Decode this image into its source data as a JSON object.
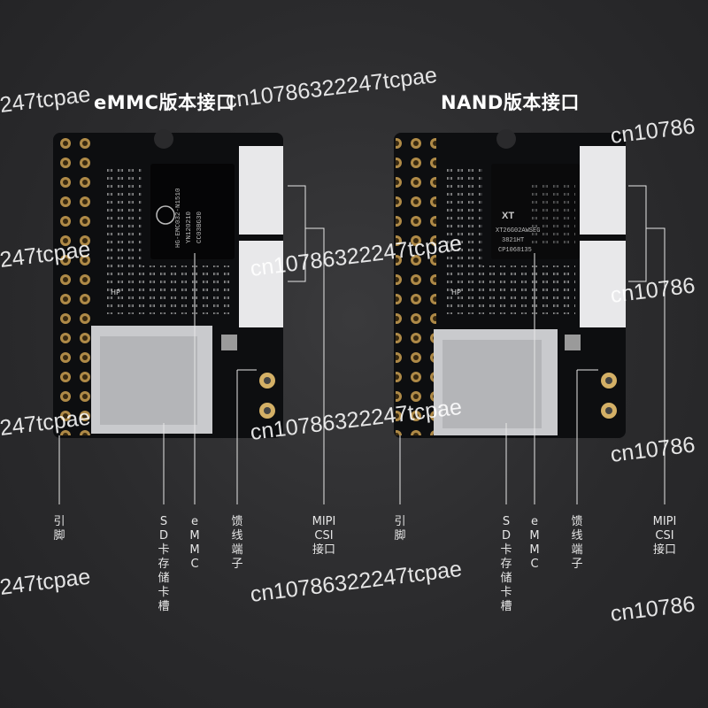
{
  "titles": {
    "left": "eMMC版本接口",
    "right": "NAND版本接口"
  },
  "watermark": "cn10786322247tcpae",
  "watermark_fragments": {
    "right_edge": "cn10786",
    "left_edge": "247tcpae"
  },
  "chips": {
    "emmc_marking": [
      "HG-EMC032-N1510",
      "YN120210",
      "CC03BG30"
    ],
    "nand_brand": "XT",
    "nand_marking": [
      "XT26G02AWSEG",
      "3821HT",
      "CP1068135"
    ]
  },
  "pcb_text": "HP",
  "labels": {
    "left": {
      "pins": "引脚",
      "sd_slot": "SD卡存储卡槽",
      "emmc": "eMMC",
      "feeder": "馈线端子",
      "mipi": [
        "MIPI",
        "CSI",
        "接口"
      ]
    },
    "right": {
      "pins": "引脚",
      "sd_slot": "SD卡存储卡槽",
      "emmc": "eMMC",
      "feeder": "馈线端子",
      "mipi": [
        "MIPI",
        "CSI",
        "接口"
      ]
    }
  },
  "colors": {
    "pcb": "#0d0e10",
    "gold": "#c8a35a",
    "background": "#2b2b2d",
    "label": "#e6e6e6"
  }
}
